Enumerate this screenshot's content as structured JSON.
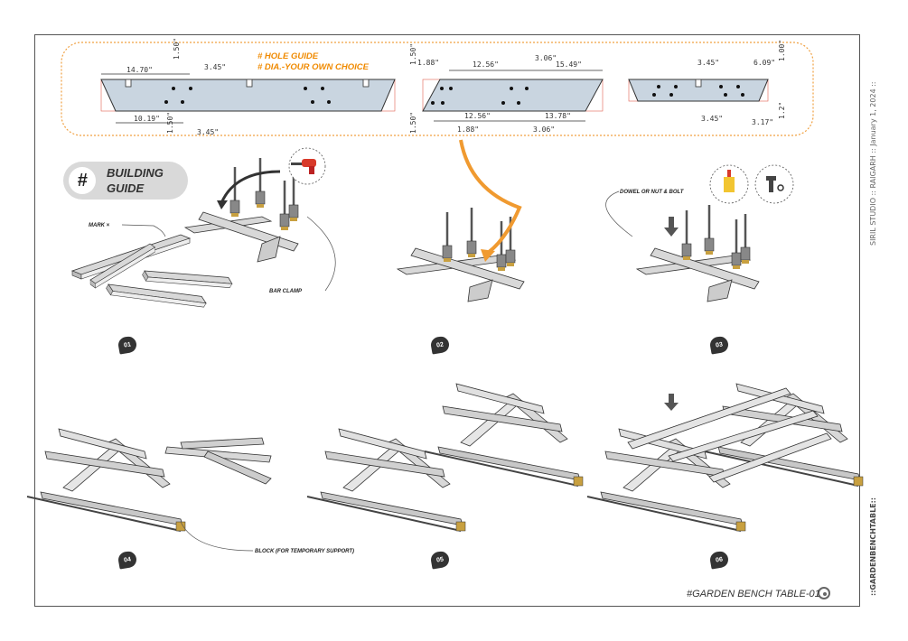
{
  "hole_guide": {
    "title_line1": "# HOLE GUIDE",
    "title_line2": "# DIA.-YOUR OWN CHOICE",
    "board1_dims": [
      "14.70\"",
      "1.50\"",
      "3.45\"",
      "10.19\"",
      "1.50\"",
      "3.45\""
    ],
    "board2_dims": [
      "1.50\"",
      "1.88\"",
      "12.56\"",
      "3.06\"",
      "15.49\"",
      "12.56\"",
      "13.78\"",
      "1.50\"",
      "1.88\"",
      "3.06\""
    ],
    "board3_dims": [
      "3.45\"",
      "6.09\"",
      "1.00\"",
      "3.45\"",
      "3.17\"",
      "1.2\""
    ]
  },
  "building_guide": {
    "hash": "#",
    "line1": "BUILDING",
    "line2": "GUIDE"
  },
  "callouts": {
    "mark": "MARK ×",
    "bar_clamp": "BAR CLAMP",
    "dowel": "DOWEL OR NUT & BOLT",
    "block": "BLOCK (FOR TEMPORARY SUPPORT)"
  },
  "steps": [
    "01",
    "02",
    "03",
    "04",
    "05",
    "06"
  ],
  "side_info": {
    "credit": "SIRIL STUDIO  ::  RAIGARH  ::  January 1, 2024  ::",
    "project": "::GARDENBENCHTABLE::"
  },
  "footer": {
    "title": "#GARDEN BENCH TABLE-01"
  },
  "colors": {
    "accent": "#f08a00",
    "board_fill": "#c9d5e0",
    "plank": "#d8d8d8",
    "clamp_jaw": "#c8a040"
  },
  "icons": [
    "drill-icon",
    "glue-bottle-icon",
    "nut-bolt-icon",
    "logo-swirl-icon"
  ]
}
